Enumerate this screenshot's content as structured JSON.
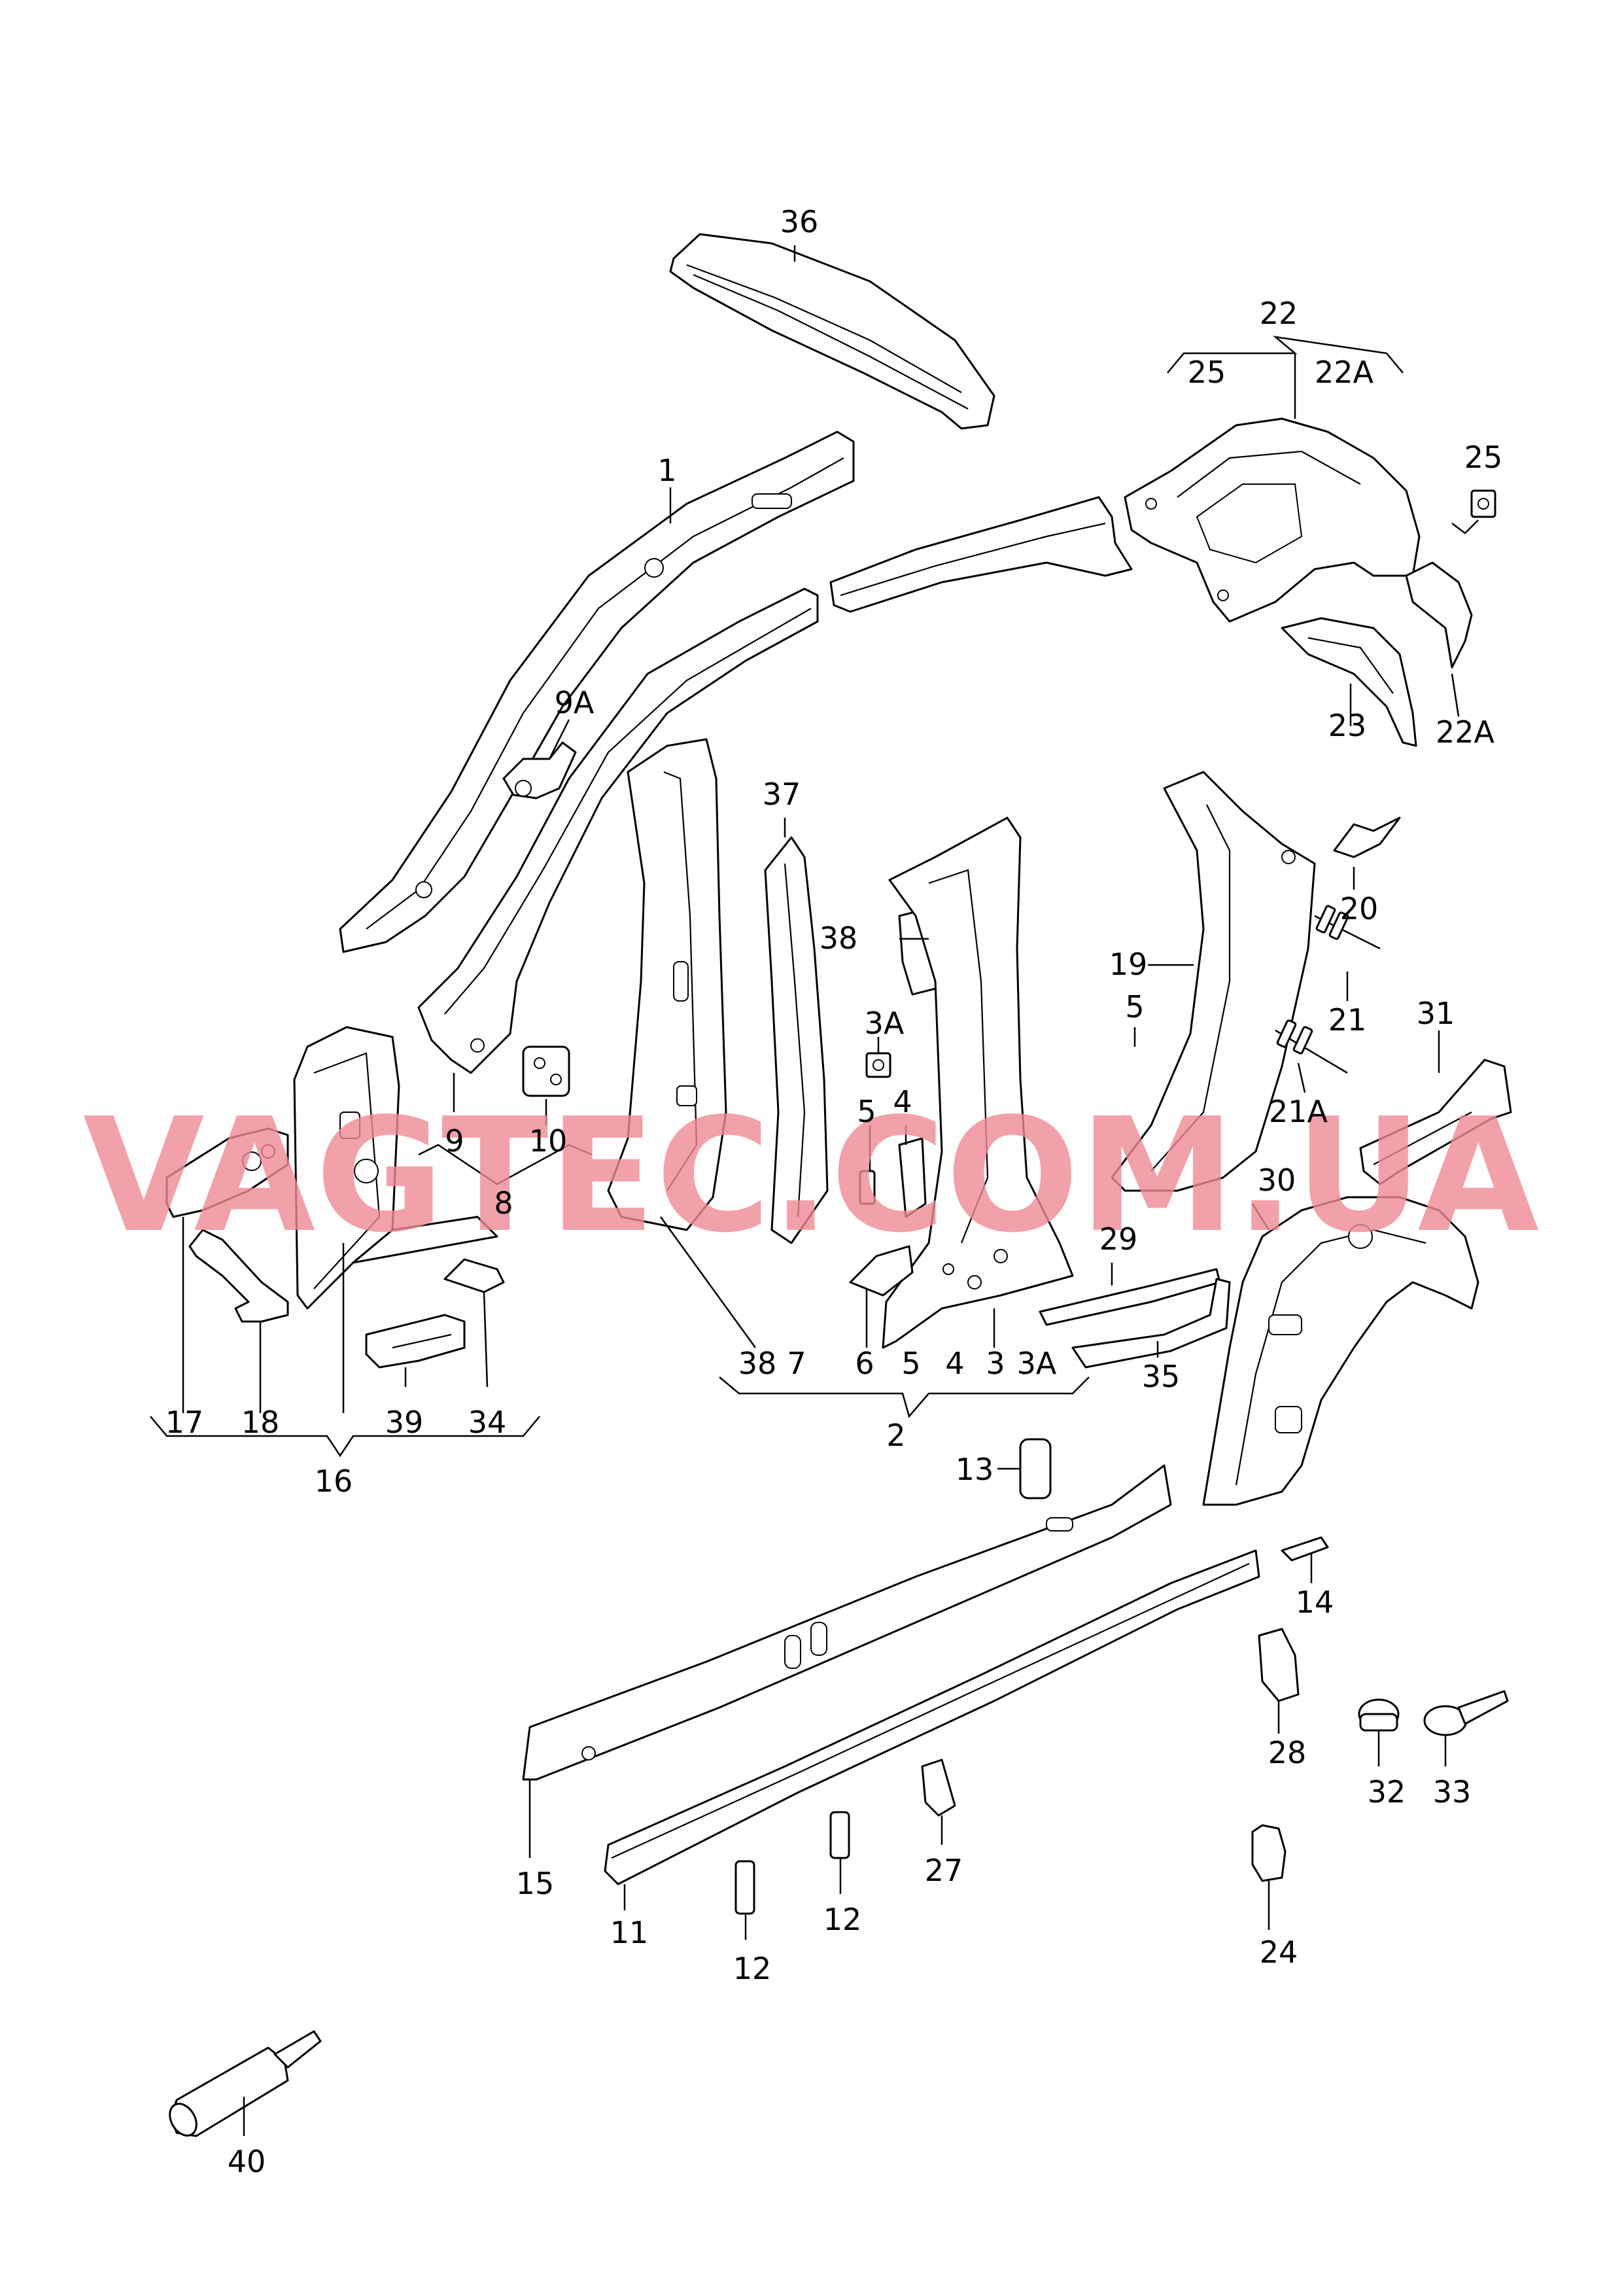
{
  "watermark": "VAGTEC.COM.UA",
  "colors": {
    "line": "#000000",
    "background": "#ffffff",
    "watermark": "#f08a94"
  },
  "labels": {
    "l36": "36",
    "l22": "22",
    "l25a": "25",
    "l22a_top": "22A",
    "l25b": "25",
    "l1": "1",
    "l9a": "9A",
    "l23": "23",
    "l22a_b": "22A",
    "l37": "37",
    "l38a": "38",
    "l3a_a": "3A",
    "l5a": "5",
    "l4a": "4",
    "l19": "19",
    "l5c": "5",
    "l20": "20",
    "l21": "21",
    "l21a": "21A",
    "l31": "31",
    "l9": "9",
    "l10": "10",
    "l8": "8",
    "l30": "30",
    "l29": "29",
    "l35": "35",
    "l38b": "38",
    "l7": "7",
    "l6": "6",
    "l5b": "5",
    "l4b": "4",
    "l3": "3",
    "l3a_b": "3A",
    "l2": "2",
    "l17": "17",
    "l18": "18",
    "l39": "39",
    "l34": "34",
    "l16": "16",
    "l13": "13",
    "l14": "14",
    "l28": "28",
    "l32": "32",
    "l33": "33",
    "l27": "27",
    "l15": "15",
    "l11": "11",
    "l12a": "12",
    "l12b": "12",
    "l24": "24",
    "l40": "40"
  }
}
